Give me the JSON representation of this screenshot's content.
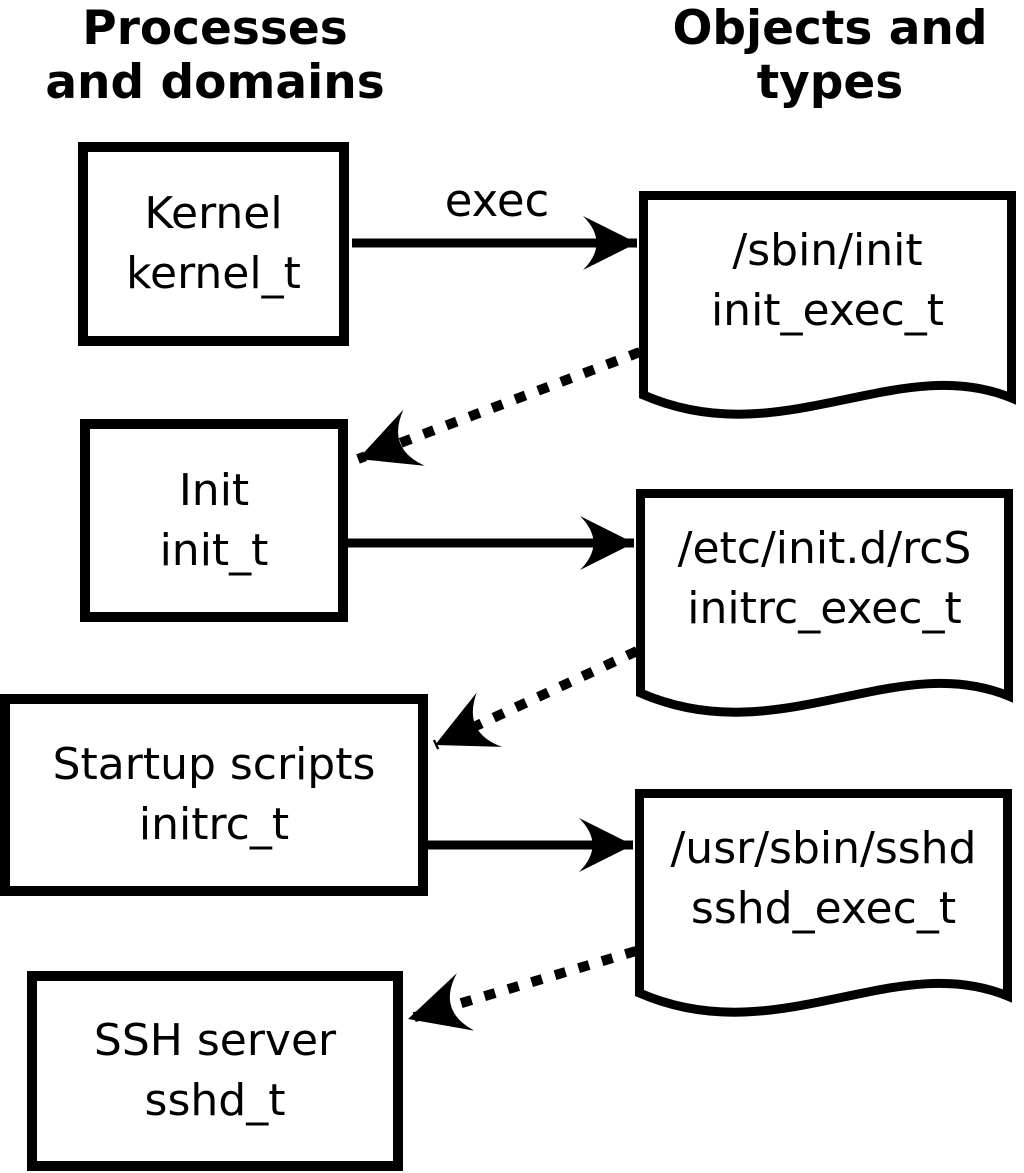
{
  "headers": {
    "left": {
      "line1": "Processes",
      "line2": "and domains"
    },
    "right": {
      "line1": "Objects and",
      "line2": "types"
    }
  },
  "processes": [
    {
      "name": "Kernel",
      "type": "kernel_t"
    },
    {
      "name": "Init",
      "type": "init_t"
    },
    {
      "name": "Startup scripts",
      "type": "initrc_t"
    },
    {
      "name": "SSH server",
      "type": "sshd_t"
    }
  ],
  "objects": [
    {
      "path": "/sbin/init",
      "type": "init_exec_t"
    },
    {
      "path": "/etc/init.d/rcS",
      "type": "initrc_exec_t"
    },
    {
      "path": "/usr/sbin/sshd",
      "type": "sshd_exec_t"
    }
  ],
  "arrows": {
    "exec_label": "exec"
  },
  "colors": {
    "foreground": "#000000",
    "background": "#ffffff"
  }
}
